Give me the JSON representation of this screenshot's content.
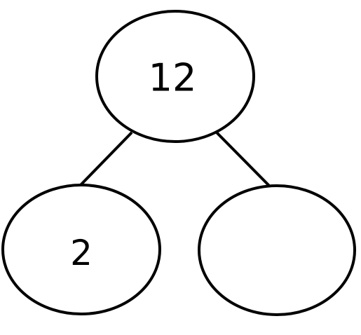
{
  "diagram": {
    "type": "number-bond",
    "whole": {
      "value": "12"
    },
    "parts": [
      {
        "value": "2"
      },
      {
        "value": ""
      }
    ],
    "colors": {
      "stroke": "#000000",
      "fill": "#ffffff",
      "text": "#000000"
    }
  }
}
